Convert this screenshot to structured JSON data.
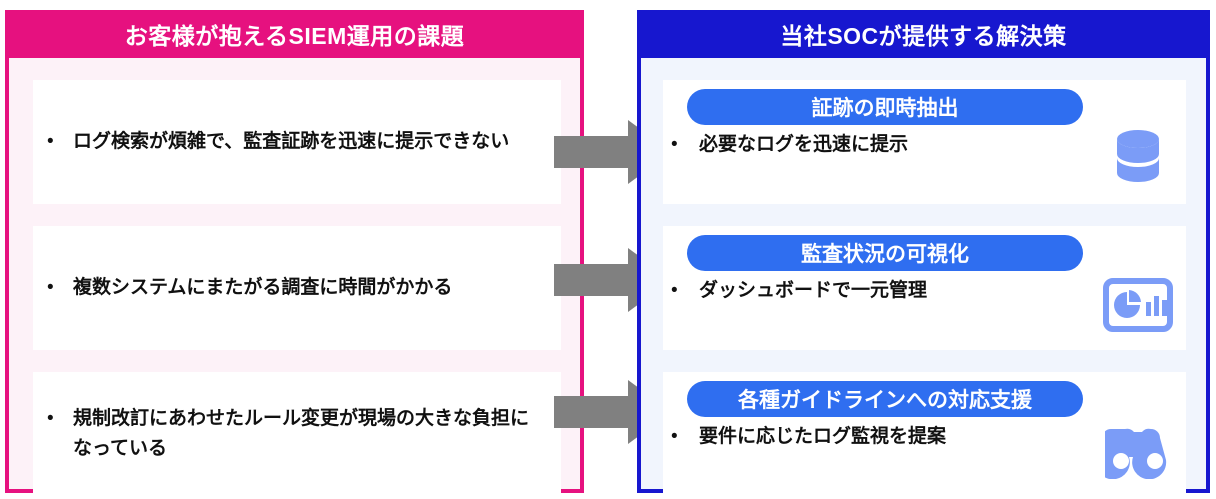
{
  "problem_panel": {
    "header": "お客様が抱えるSIEM運用の課題",
    "accent_color": "#e6117f",
    "body_color": "#fdf2f8",
    "bullet_glyph": "•",
    "items": [
      {
        "text": "ログ検索が煩雑で、監査証跡を迅速に提示できない"
      },
      {
        "text": "複数システムにまたがる調査に時間がかかる"
      },
      {
        "text": "規制改訂にあわせたルール変更が現場の大きな負担になっている"
      }
    ]
  },
  "solution_panel": {
    "header": "当社SOCが提供する解決策",
    "accent_color": "#1717cf",
    "body_color": "#f1f5fd",
    "pill_color": "#2f6ef0",
    "icon_color": "#7b9cf7",
    "bullet_glyph": "•",
    "items": [
      {
        "pill": "証跡の即時抽出",
        "text": "必要なログを迅速に提示",
        "icon": "database-icon"
      },
      {
        "pill": "監査状況の可視化",
        "text": "ダッシュボードで一元管理",
        "icon": "dashboard-chart-icon"
      },
      {
        "pill": "各種ガイドラインへの対応支援",
        "text": "要件に応じたログ監視を提案",
        "icon": "binoculars-icon"
      }
    ]
  },
  "arrows": {
    "color": "#808080",
    "count": 3,
    "direction": "right",
    "name": "problem-to-solution-arrow"
  }
}
